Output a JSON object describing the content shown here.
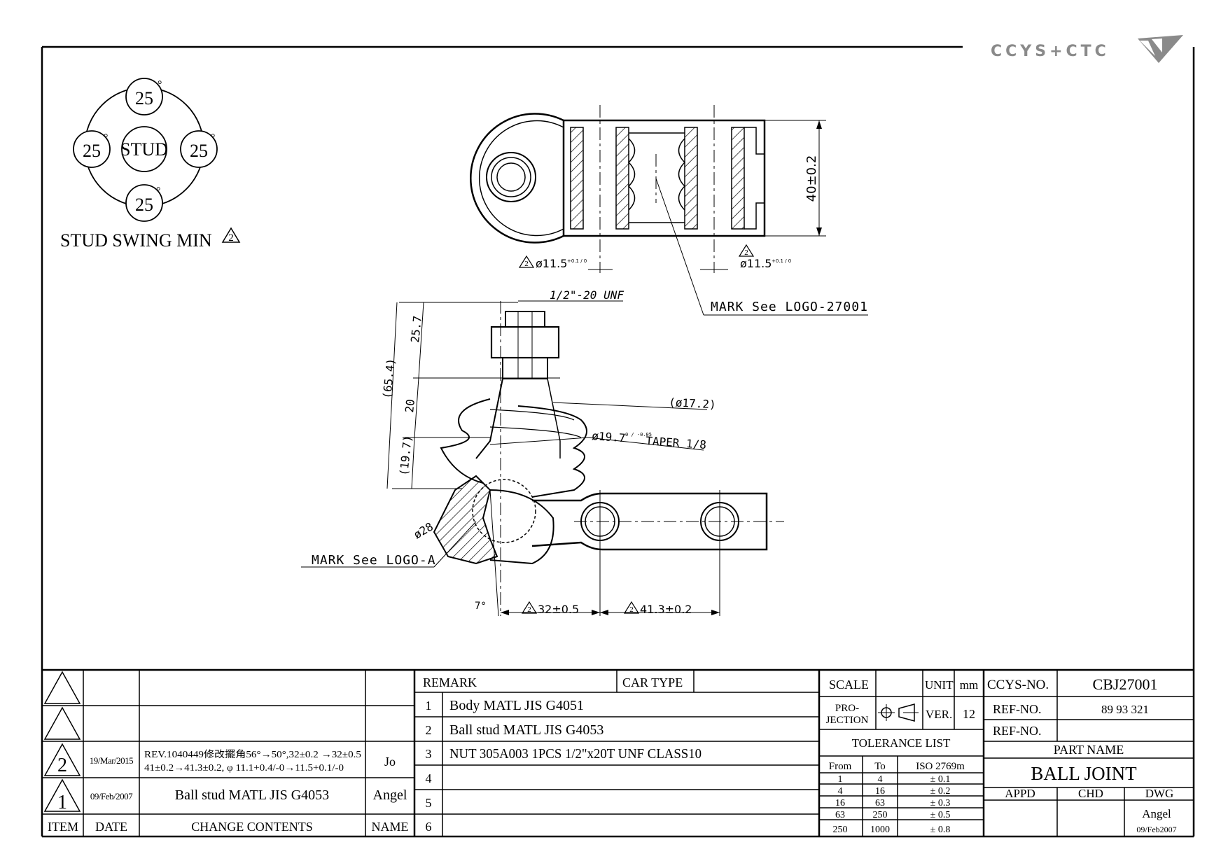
{
  "header": {
    "logo_text": "CCYS+CTC",
    "logo_icon": "winged-logo-icon"
  },
  "swing_diagram": {
    "center_label": "STUD",
    "angles": [
      "25",
      "25",
      "25",
      "25"
    ],
    "degree_symbol": "°",
    "caption": "STUD SWING MIN",
    "revision_marker": "2"
  },
  "top_view": {
    "hole_left": "ø11.5",
    "hole_left_tol": "+0.1 / 0",
    "hole_right": "ø11.5",
    "hole_right_tol": "+0.1 / 0",
    "height_dim": "40±0.2",
    "mark_note": "MARK See LOGO-27001",
    "revision_marker": "2"
  },
  "side_view": {
    "thread": "1/2\"-20 UNF",
    "dim_25_7": "25.7",
    "dim_65_4": "(65.4)",
    "dim_20": "20",
    "dim_19_7": "(19.7)",
    "dim_17_2": "(ø17.2)",
    "taper": "ø19.7",
    "taper_tol": "0 / -0.05",
    "taper_text": "TAPER 1/8",
    "ball_dia": "ø28",
    "mark_note": "MARK See LOGO-A",
    "angle": "7°",
    "dim_32": "32±0.5",
    "dim_41_3": "41.3±0.2",
    "revision_marker": "2"
  },
  "revision_block": {
    "headers": {
      "item": "ITEM",
      "date": "DATE",
      "change": "CHANGE CONTENTS",
      "name": "NAME"
    },
    "rows": [
      {
        "item": "",
        "date": "",
        "change_1": "",
        "change_2": "",
        "name": ""
      },
      {
        "item": "",
        "date": "",
        "change_1": "",
        "change_2": "",
        "name": ""
      },
      {
        "item": "2",
        "date": "19/Mar/2015",
        "change_1": "REV.1040449修改擺角56°→50°,32±0.2 →32±0.5",
        "change_2": "41±0.2→41.3±0.2, φ 11.1+0.4/-0→11.5+0.1/-0",
        "name": "Jo"
      },
      {
        "item": "1",
        "date": "09/Feb/2007",
        "change_1": "Ball stud MATL JIS G4053",
        "change_2": "",
        "name": "Angel"
      }
    ]
  },
  "remark_block": {
    "remark_label": "REMARK",
    "car_type_label": "CAR TYPE",
    "car_type_value": "",
    "items": [
      {
        "no": "1",
        "text": "Body MATL JIS G4051"
      },
      {
        "no": "2",
        "text": "Ball stud MATL JIS G4053"
      },
      {
        "no": "3",
        "text": "NUT 305A003 1PCS 1/2\"x20T UNF CLASS10"
      },
      {
        "no": "4",
        "text": ""
      },
      {
        "no": "5",
        "text": ""
      },
      {
        "no": "6",
        "text": ""
      }
    ]
  },
  "spec_block": {
    "scale_label": "SCALE",
    "scale_value": "",
    "unit_label": "UNIT",
    "unit_value": "mm",
    "projection_label_1": "PRO-",
    "projection_label_2": "JECTION",
    "ver_label": "VER.",
    "ver_value": "12",
    "tolerance_title": "TOLERANCE LIST",
    "tolerance_headers": {
      "from": "From",
      "to": "To",
      "iso": "ISO 2769m"
    },
    "tolerance_rows": [
      {
        "from": "1",
        "to": "4",
        "tol": "± 0.1"
      },
      {
        "from": "4",
        "to": "16",
        "tol": "± 0.2"
      },
      {
        "from": "16",
        "to": "63",
        "tol": "± 0.3"
      },
      {
        "from": "63",
        "to": "250",
        "tol": "± 0.5"
      },
      {
        "from": "250",
        "to": "1000",
        "tol": "± 0.8"
      }
    ]
  },
  "title_block": {
    "ccys_no_label": "CCYS-NO.",
    "ccys_no": "CBJ27001",
    "ref_no_label_1": "REF-NO.",
    "ref_no_1": "89 93 321",
    "ref_no_label_2": "REF-NO.",
    "ref_no_2": "",
    "part_name_label": "PART NAME",
    "part_name": "BALL JOINT",
    "appd_label": "APPD",
    "chd_label": "CHD",
    "dwg_label": "DWG",
    "dwg_name": "Angel",
    "dwg_date": "09/Feb2007"
  }
}
